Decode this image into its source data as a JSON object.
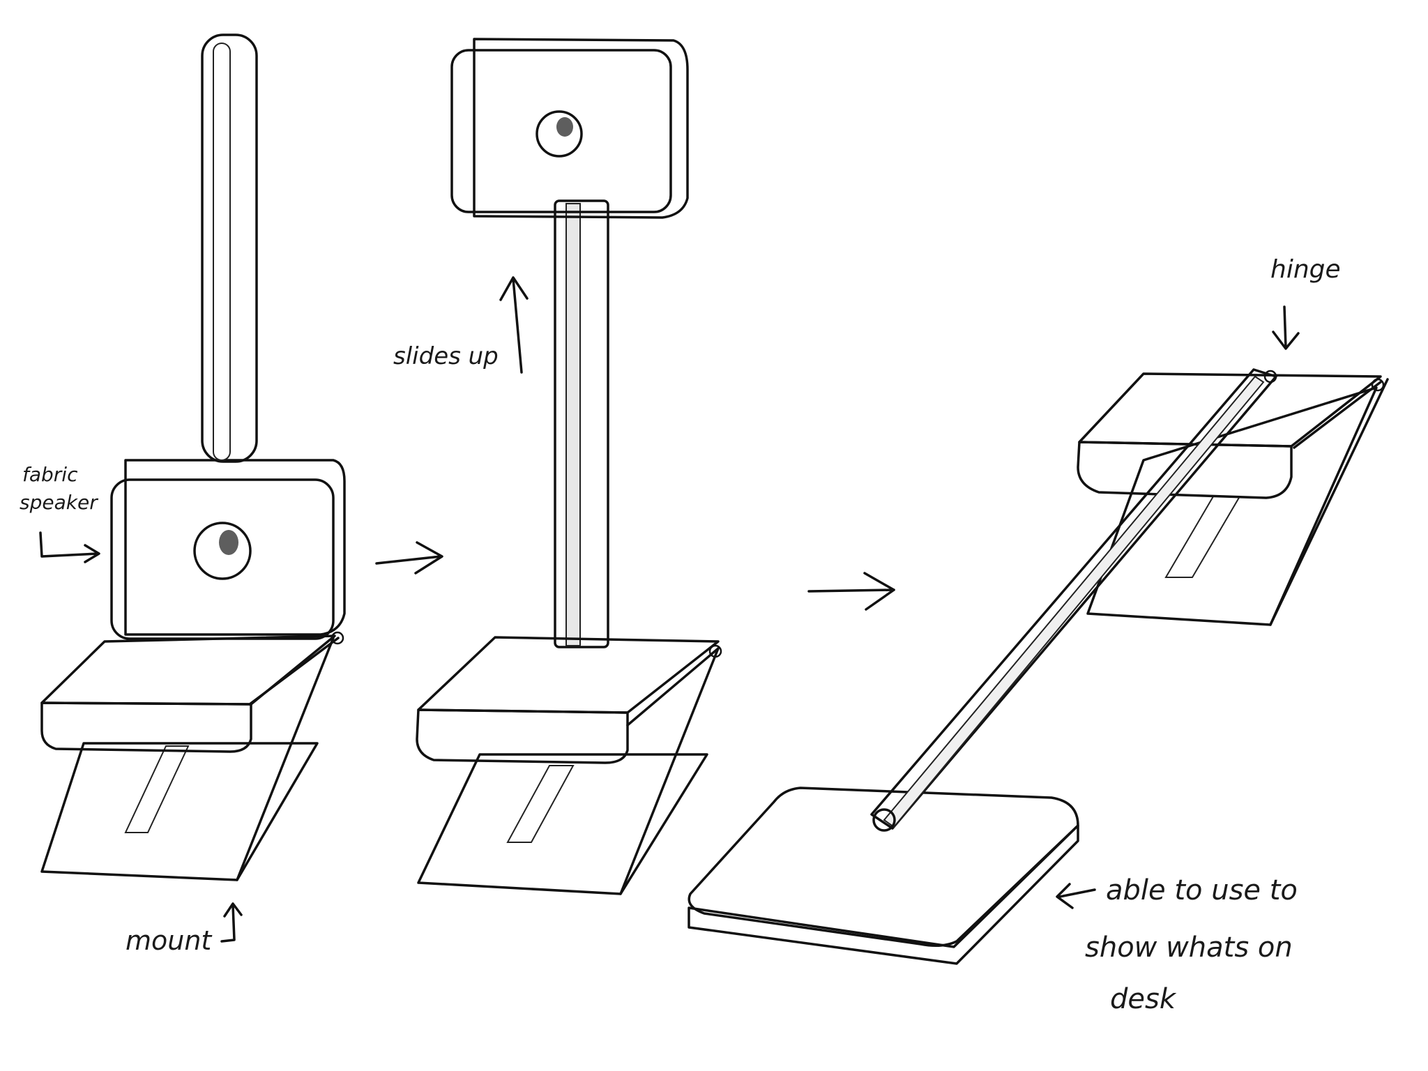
{
  "labels": {
    "fabric_speaker_line1": "fabric",
    "fabric_speaker_line2": "speaker",
    "mount": "mount",
    "slides_up": "slides up",
    "hinge": "hinge",
    "desk_note_line1": "able to use to",
    "desk_note_line2": "show whats on",
    "desk_note_line3": "desk"
  },
  "colors": {
    "ink": "#111111",
    "marker_dark": "#3a3a3a",
    "marker_mid": "#5c5c5c",
    "marker_light": "#8a8a8a",
    "highlight": "#ffffff"
  }
}
